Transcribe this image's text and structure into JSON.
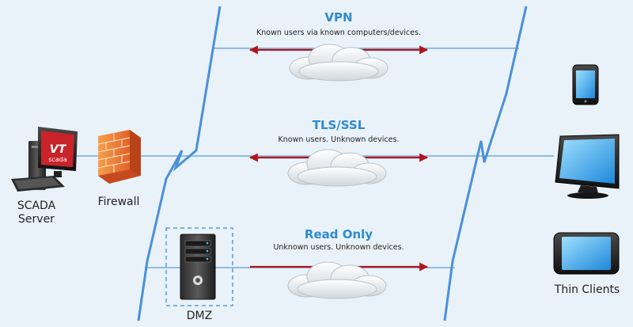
{
  "scada_screen_text": "VT\nscada",
  "connections": [
    {
      "title": "VPN",
      "description": "Known users via known computers/devices."
    },
    {
      "title": "TLS/SSL",
      "description": "Known users. Unknown devices."
    },
    {
      "title": "Read Only",
      "description": "Unknown users. Unknown devices."
    }
  ],
  "nodes": {
    "scada_server": {
      "line1": "SCADA",
      "line2": "Server"
    },
    "firewall": "Firewall",
    "dmz": "DMZ",
    "thin_clients": "Thin Clients"
  },
  "colors": {
    "background": "#e9f2f9",
    "title_blue": "#2e8bd0",
    "arrow_red": "#b0151c",
    "line_blue": "#5b9bd5",
    "bolt_blue": "#4a90d9"
  }
}
